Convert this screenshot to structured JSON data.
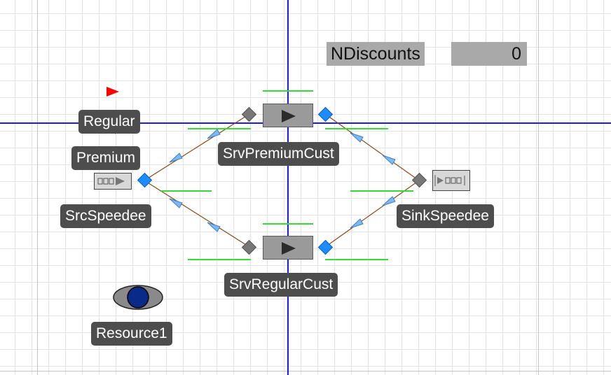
{
  "display": {
    "label": "NDiscounts",
    "value": "0"
  },
  "objects": {
    "src_label": "SrcSpeedee",
    "sink_label": "SinkSpeedee",
    "premium_server_label": "SrvPremiumCust",
    "regular_server_label": "SrvRegularCust",
    "resource_label": "Resource1",
    "entity_regular_label": "Regular",
    "entity_premium_label": "Premium"
  },
  "colors": {
    "axis": "#1a1aff",
    "label_bg": "#4d4d4d",
    "output_node": "#1e8cff",
    "input_node": "#777777",
    "queue_line": "#33dd33",
    "path": "#8b4513"
  },
  "icons": [
    "play-icon",
    "source-icon",
    "sink-icon",
    "entity-triangle-icon",
    "resource-eye-icon"
  ]
}
